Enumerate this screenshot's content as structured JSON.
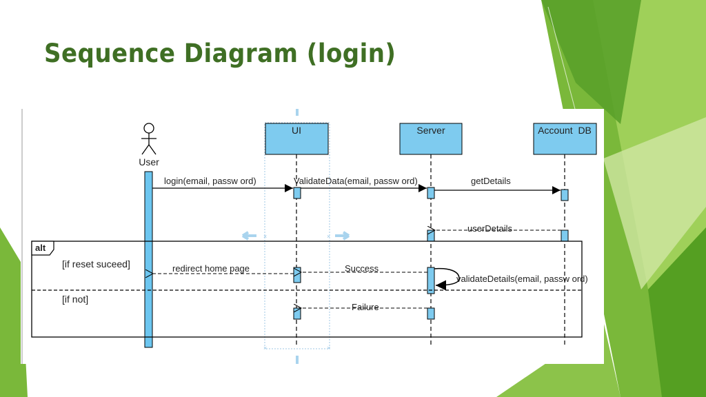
{
  "slide": {
    "title": "Sequence Diagram (login)"
  },
  "diagram": {
    "actor": {
      "label": "User"
    },
    "participants": [
      {
        "label": "UI"
      },
      {
        "label": "Server"
      },
      {
        "label": "Account  DB"
      }
    ],
    "messages": [
      {
        "label": "login(email, passw ord)",
        "kind": "sync"
      },
      {
        "label": "ValidateData(email, passw ord)",
        "kind": "sync"
      },
      {
        "label": "getDetails",
        "kind": "sync"
      },
      {
        "label": "userDetails",
        "kind": "return"
      },
      {
        "label": "redirect home page",
        "kind": "return"
      },
      {
        "label": "Success",
        "kind": "return"
      },
      {
        "label": "validateDetails(email, passw ord)",
        "kind": "self"
      },
      {
        "label": "Failure",
        "kind": "return"
      }
    ],
    "fragment": {
      "operator": "alt",
      "guards": [
        "[if reset suceed]",
        "[if not]"
      ]
    },
    "colors": {
      "lifeline_box": "#7ecbef",
      "activation": "#7ecbef",
      "actor_bar": "#6cc6f0",
      "selection_handle": "#a9d4ee",
      "title": "#3f6f24"
    }
  },
  "theme": {
    "colors": {
      "green_dark": "#4f9a1f",
      "green_mid": "#7ab83a",
      "green_light": "#a6d35f",
      "green_pale": "#cfe6a3"
    }
  }
}
